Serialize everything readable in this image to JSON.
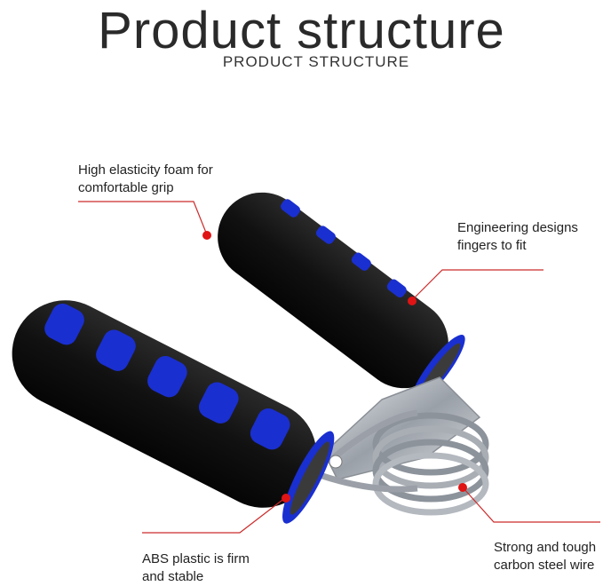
{
  "header": {
    "title": "Product structure",
    "subtitle": "PRODUCT STRUCTURE"
  },
  "callouts": [
    {
      "line1": "High elasticity foam for",
      "line2": "comfortable grip"
    },
    {
      "line1": "Engineering designs",
      "line2": "fingers to fit"
    },
    {
      "line1": "ABS plastic is firm",
      "line2": "and stable"
    },
    {
      "line1": "Strong and tough",
      "line2": "carbon steel wire"
    }
  ],
  "colors": {
    "foam": "#111111",
    "accent_blue": "#1a2fd0",
    "marker_red": "#e01414",
    "leader_line": "#cc2a2a",
    "metal": "#b8bcc4"
  }
}
